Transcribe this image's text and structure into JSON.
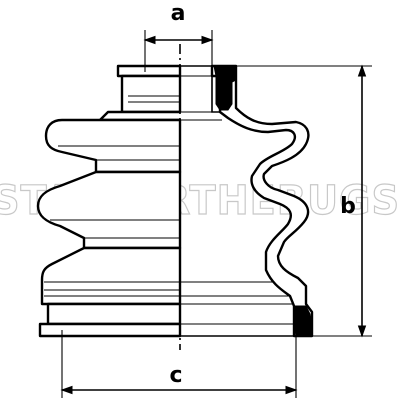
{
  "dimensions": {
    "a": "a",
    "b": "b",
    "c": "c"
  }
}
